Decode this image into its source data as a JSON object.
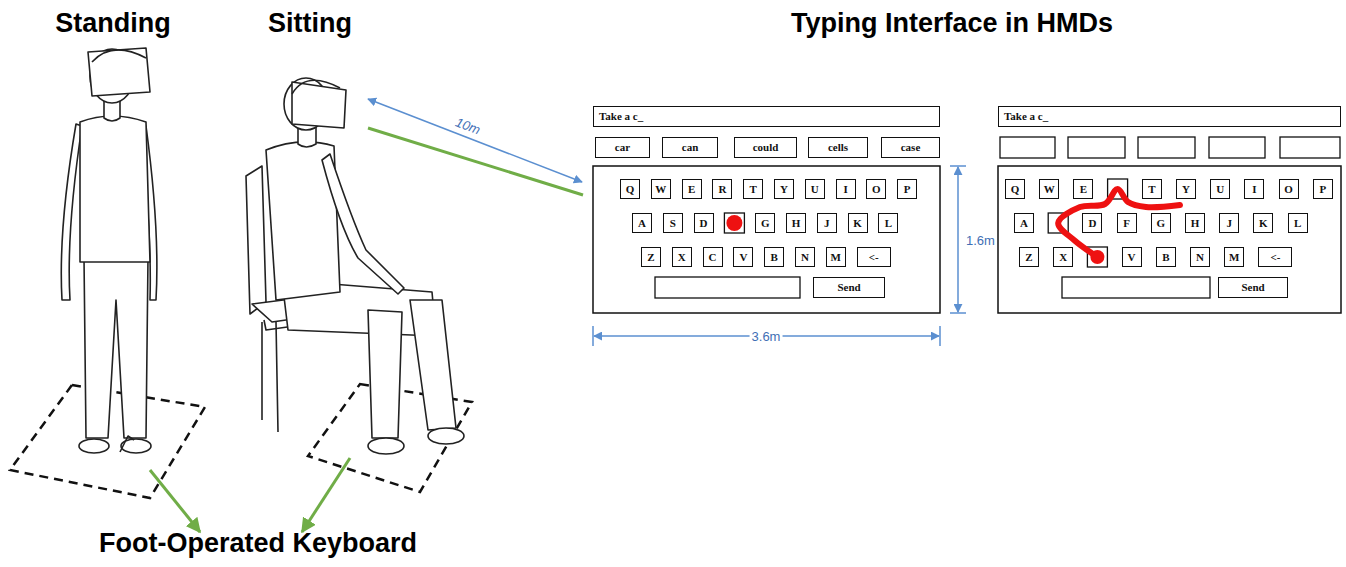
{
  "diagram": {
    "nodes": [
      {
        "text": [
          "Take a c_"
        ]
      },
      {
        "text": [
          "car"
        ]
      },
      {
        "text": [
          "can"
        ]
      },
      {
        "text": [
          "could"
        ]
      },
      {
        "text": [
          "cells"
        ]
      },
      {
        "text": [
          "case"
        ]
      },
      {
        "text": [
          "Q"
        ]
      },
      {
        "text": [
          "W"
        ]
      },
      {
        "text": [
          "E"
        ]
      },
      {
        "text": [
          "R"
        ]
      },
      {
        "text": [
          "T"
        ]
      },
      {
        "text": [
          "Y"
        ]
      },
      {
        "text": [
          "U"
        ]
      },
      {
        "text": [
          "I"
        ]
      },
      {
        "text": [
          "O"
        ]
      },
      {
        "text": [
          "P"
        ]
      },
      {
        "text": [
          "A"
        ]
      },
      {
        "text": [
          "S"
        ]
      },
      {
        "text": [
          "D"
        ]
      },
      {
        "text": [
          "G"
        ]
      },
      {
        "text": [
          "H"
        ]
      },
      {
        "text": [
          "J"
        ]
      },
      {
        "text": [
          "K"
        ]
      },
      {
        "text": [
          "L"
        ]
      },
      {
        "text": [
          "Z"
        ]
      },
      {
        "text": [
          "X"
        ]
      },
      {
        "text": [
          "C"
        ]
      },
      {
        "text": [
          "V"
        ]
      },
      {
        "text": [
          "B"
        ]
      },
      {
        "text": [
          "N"
        ]
      },
      {
        "text": [
          "M"
        ]
      },
      {
        "text": [
          "<-"
        ]
      },
      {
        "text": [
          "Send"
        ]
      },
      {
        "text": [
          "Take a c_"
        ]
      },
      {
        "text": [
          "Q"
        ]
      },
      {
        "text": [
          "W"
        ]
      },
      {
        "text": [
          "E"
        ]
      },
      {
        "text": [
          "T"
        ]
      },
      {
        "text": [
          "Y"
        ]
      },
      {
        "text": [
          "U"
        ]
      },
      {
        "text": [
          "I"
        ]
      },
      {
        "text": [
          "O"
        ]
      },
      {
        "text": [
          "P"
        ]
      },
      {
        "text": [
          "A"
        ]
      },
      {
        "text": [
          "D"
        ]
      },
      {
        "text": [
          "F"
        ]
      },
      {
        "text": [
          "G"
        ]
      },
      {
        "text": [
          "H"
        ]
      },
      {
        "text": [
          "J"
        ]
      },
      {
        "text": [
          "K"
        ]
      },
      {
        "text": [
          "L"
        ]
      },
      {
        "text": [
          "Z"
        ]
      },
      {
        "text": [
          "X"
        ]
      },
      {
        "text": [
          "V"
        ]
      },
      {
        "text": [
          "B"
        ]
      },
      {
        "text": [
          "N"
        ]
      },
      {
        "text": [
          "M"
        ]
      },
      {
        "text": [
          "<-"
        ]
      },
      {
        "text": [
          "Send"
        ]
      }
    ],
    "labels": [
      "Standing",
      "Sitting",
      "Typing Interface in HMDs",
      "10m",
      "1.6m",
      "3.6m",
      "Foot-Operated Keyboard"
    ]
  }
}
